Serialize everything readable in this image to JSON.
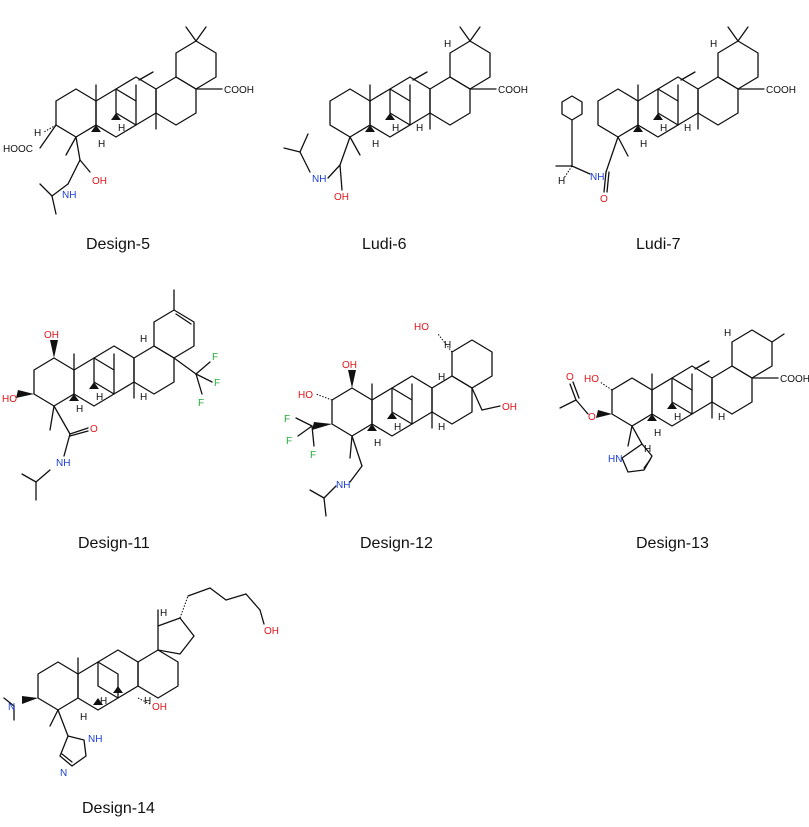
{
  "compounds": [
    {
      "name": "Design-5",
      "atom_labels": [
        "COOH",
        "HOOC",
        "H",
        "H",
        "H",
        "OH",
        "NH"
      ],
      "label_colors": {
        "O": "#e0161b",
        "N": "#1a3fd6"
      }
    },
    {
      "name": "Ludi-6",
      "atom_labels": [
        "COOH",
        "H",
        "H",
        "H",
        "H",
        "NH",
        "OH"
      ],
      "label_colors": {
        "O": "#e0161b",
        "N": "#1a3fd6"
      }
    },
    {
      "name": "Ludi-7",
      "atom_labels": [
        "COOH",
        "H",
        "H",
        "H",
        "H",
        "H",
        "NH",
        "O"
      ],
      "label_colors": {
        "O": "#e0161b",
        "N": "#1a3fd6"
      }
    },
    {
      "name": "Design-11",
      "atom_labels": [
        "OH",
        "HO",
        "H",
        "H",
        "H",
        "H",
        "F",
        "F",
        "F",
        "O",
        "NH"
      ],
      "label_colors": {
        "O": "#e0161b",
        "N": "#1a3fd6",
        "F": "#22a837"
      }
    },
    {
      "name": "Design-12",
      "atom_labels": [
        "HO",
        "OH",
        "HO",
        "OH",
        "H",
        "H",
        "H",
        "H",
        "H",
        "F",
        "F",
        "F",
        "NH"
      ],
      "label_colors": {
        "O": "#e0161b",
        "N": "#1a3fd6",
        "F": "#22a837"
      }
    },
    {
      "name": "Design-13",
      "atom_labels": [
        "COOH",
        "HO",
        "O",
        "O",
        "H",
        "H",
        "H",
        "H",
        "H",
        "HN"
      ],
      "label_colors": {
        "O": "#e0161b",
        "N": "#1a3fd6"
      }
    },
    {
      "name": "Design-14",
      "atom_labels": [
        "OH",
        "OH",
        "N",
        "H",
        "H",
        "H",
        "H",
        "NH",
        "N"
      ],
      "label_colors": {
        "O": "#e0161b",
        "N": "#1a3fd6"
      }
    }
  ]
}
